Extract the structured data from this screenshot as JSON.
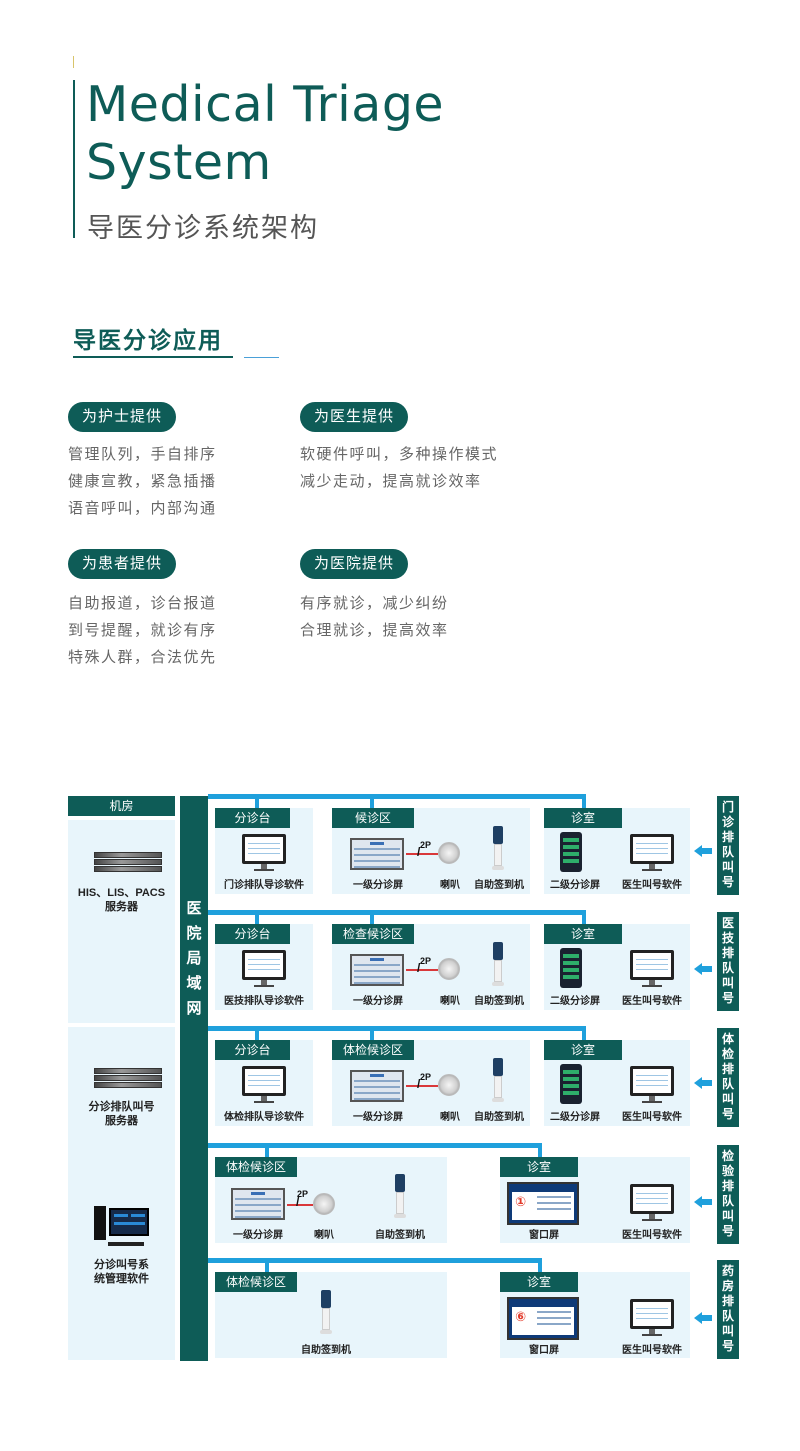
{
  "header": {
    "title_line1": "Medical Triage",
    "title_line2": "System",
    "subtitle": "导医分诊系统架构"
  },
  "section": {
    "title": "导医分诊应用"
  },
  "groups": [
    {
      "pill": "为护士提供",
      "lines": [
        "管理队列，手自排序",
        "健康宣教，紧急插播",
        "语音呼叫，内部沟通"
      ]
    },
    {
      "pill": "为医生提供",
      "lines": [
        "软硬件呼叫，多种操作模式",
        "减少走动，提高就诊效率"
      ]
    },
    {
      "pill": "为患者提供",
      "lines": [
        "自助报道，诊台报道",
        "到号提醒，就诊有序",
        "特殊人群，合法优先"
      ]
    },
    {
      "pill": "为医院提供",
      "lines": [
        "有序就诊，减少纠纷",
        "合理就诊，提高效率"
      ]
    }
  ],
  "diagram": {
    "machine_room": "机房",
    "servers": {
      "his": [
        "HIS、LIS、PACS",
        "服务器"
      ],
      "queue": [
        "分诊排队叫号",
        "服务器"
      ],
      "mgmt": [
        "分诊叫号系",
        "统管理软件"
      ]
    },
    "lan_chars": [
      "医",
      "院",
      "局",
      "域",
      "网"
    ],
    "rows": [
      {
        "triage": "分诊台",
        "triage_sw": "门诊排队导诊软件",
        "wait": "候诊区",
        "lcd": "一级分诊屏",
        "speaker": "喇叭",
        "kiosk": "自助签到机",
        "twop": "2P",
        "room": "诊室",
        "room_dev1": "二级分诊屏",
        "room_dev2": "医生叫号软件",
        "side": [
          "门",
          "诊",
          "排",
          "队",
          "叫",
          "号"
        ]
      },
      {
        "triage": "分诊台",
        "triage_sw": "医技排队导诊软件",
        "wait": "检查候诊区",
        "lcd": "一级分诊屏",
        "speaker": "喇叭",
        "kiosk": "自助签到机",
        "twop": "2P",
        "room": "诊室",
        "room_dev1": "二级分诊屏",
        "room_dev2": "医生叫号软件",
        "side": [
          "医",
          "技",
          "排",
          "队",
          "叫",
          "号"
        ]
      },
      {
        "triage": "分诊台",
        "triage_sw": "体检排队导诊软件",
        "wait": "体检候诊区",
        "lcd": "一级分诊屏",
        "speaker": "喇叭",
        "kiosk": "自助签到机",
        "twop": "2P",
        "room": "诊室",
        "room_dev1": "二级分诊屏",
        "room_dev2": "医生叫号软件",
        "side": [
          "体",
          "检",
          "排",
          "队",
          "叫",
          "号"
        ]
      },
      {
        "wait": "体检候诊区",
        "lcd": "一级分诊屏",
        "speaker": "喇叭",
        "kiosk": "自助签到机",
        "twop": "2P",
        "room": "诊室",
        "room_dev1": "窗口屏",
        "room_dev2": "医生叫号软件",
        "win_num": "①",
        "side": [
          "检",
          "验",
          "排",
          "队",
          "叫",
          "号"
        ]
      },
      {
        "wait": "体检候诊区",
        "kiosk": "自助签到机",
        "room": "诊室",
        "room_dev1": "窗口屏",
        "room_dev2": "医生叫号软件",
        "win_num": "⑥",
        "side": [
          "药",
          "房",
          "排",
          "队",
          "叫",
          "号"
        ]
      }
    ]
  },
  "colors": {
    "primary": "#0e5c57",
    "line": "#1fa0dc",
    "panel": "#e8f5fb",
    "accent": "#4aa0d8"
  }
}
